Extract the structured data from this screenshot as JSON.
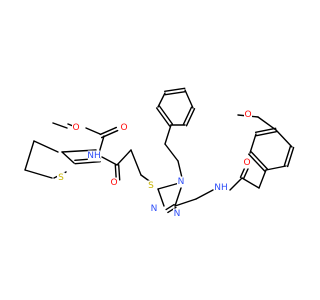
{
  "colors": {
    "bond": "#000000",
    "O": "#ff0d0d",
    "N": "#3050f8",
    "S": "#c8b400",
    "background": "#ffffff"
  },
  "labels": {
    "ester_carbonyl_O": "O",
    "ester_O": "O",
    "amide1_NH": "NH",
    "thiophene_S": "S",
    "amide1_carbonyl_O": "O",
    "thioether_S": "S",
    "triazole_N4": "N",
    "triazole_N1": "N",
    "triazole_N2": "N",
    "amide2_NH": "NH",
    "amide2_carbonyl_O": "O",
    "methoxy_O": "O"
  }
}
